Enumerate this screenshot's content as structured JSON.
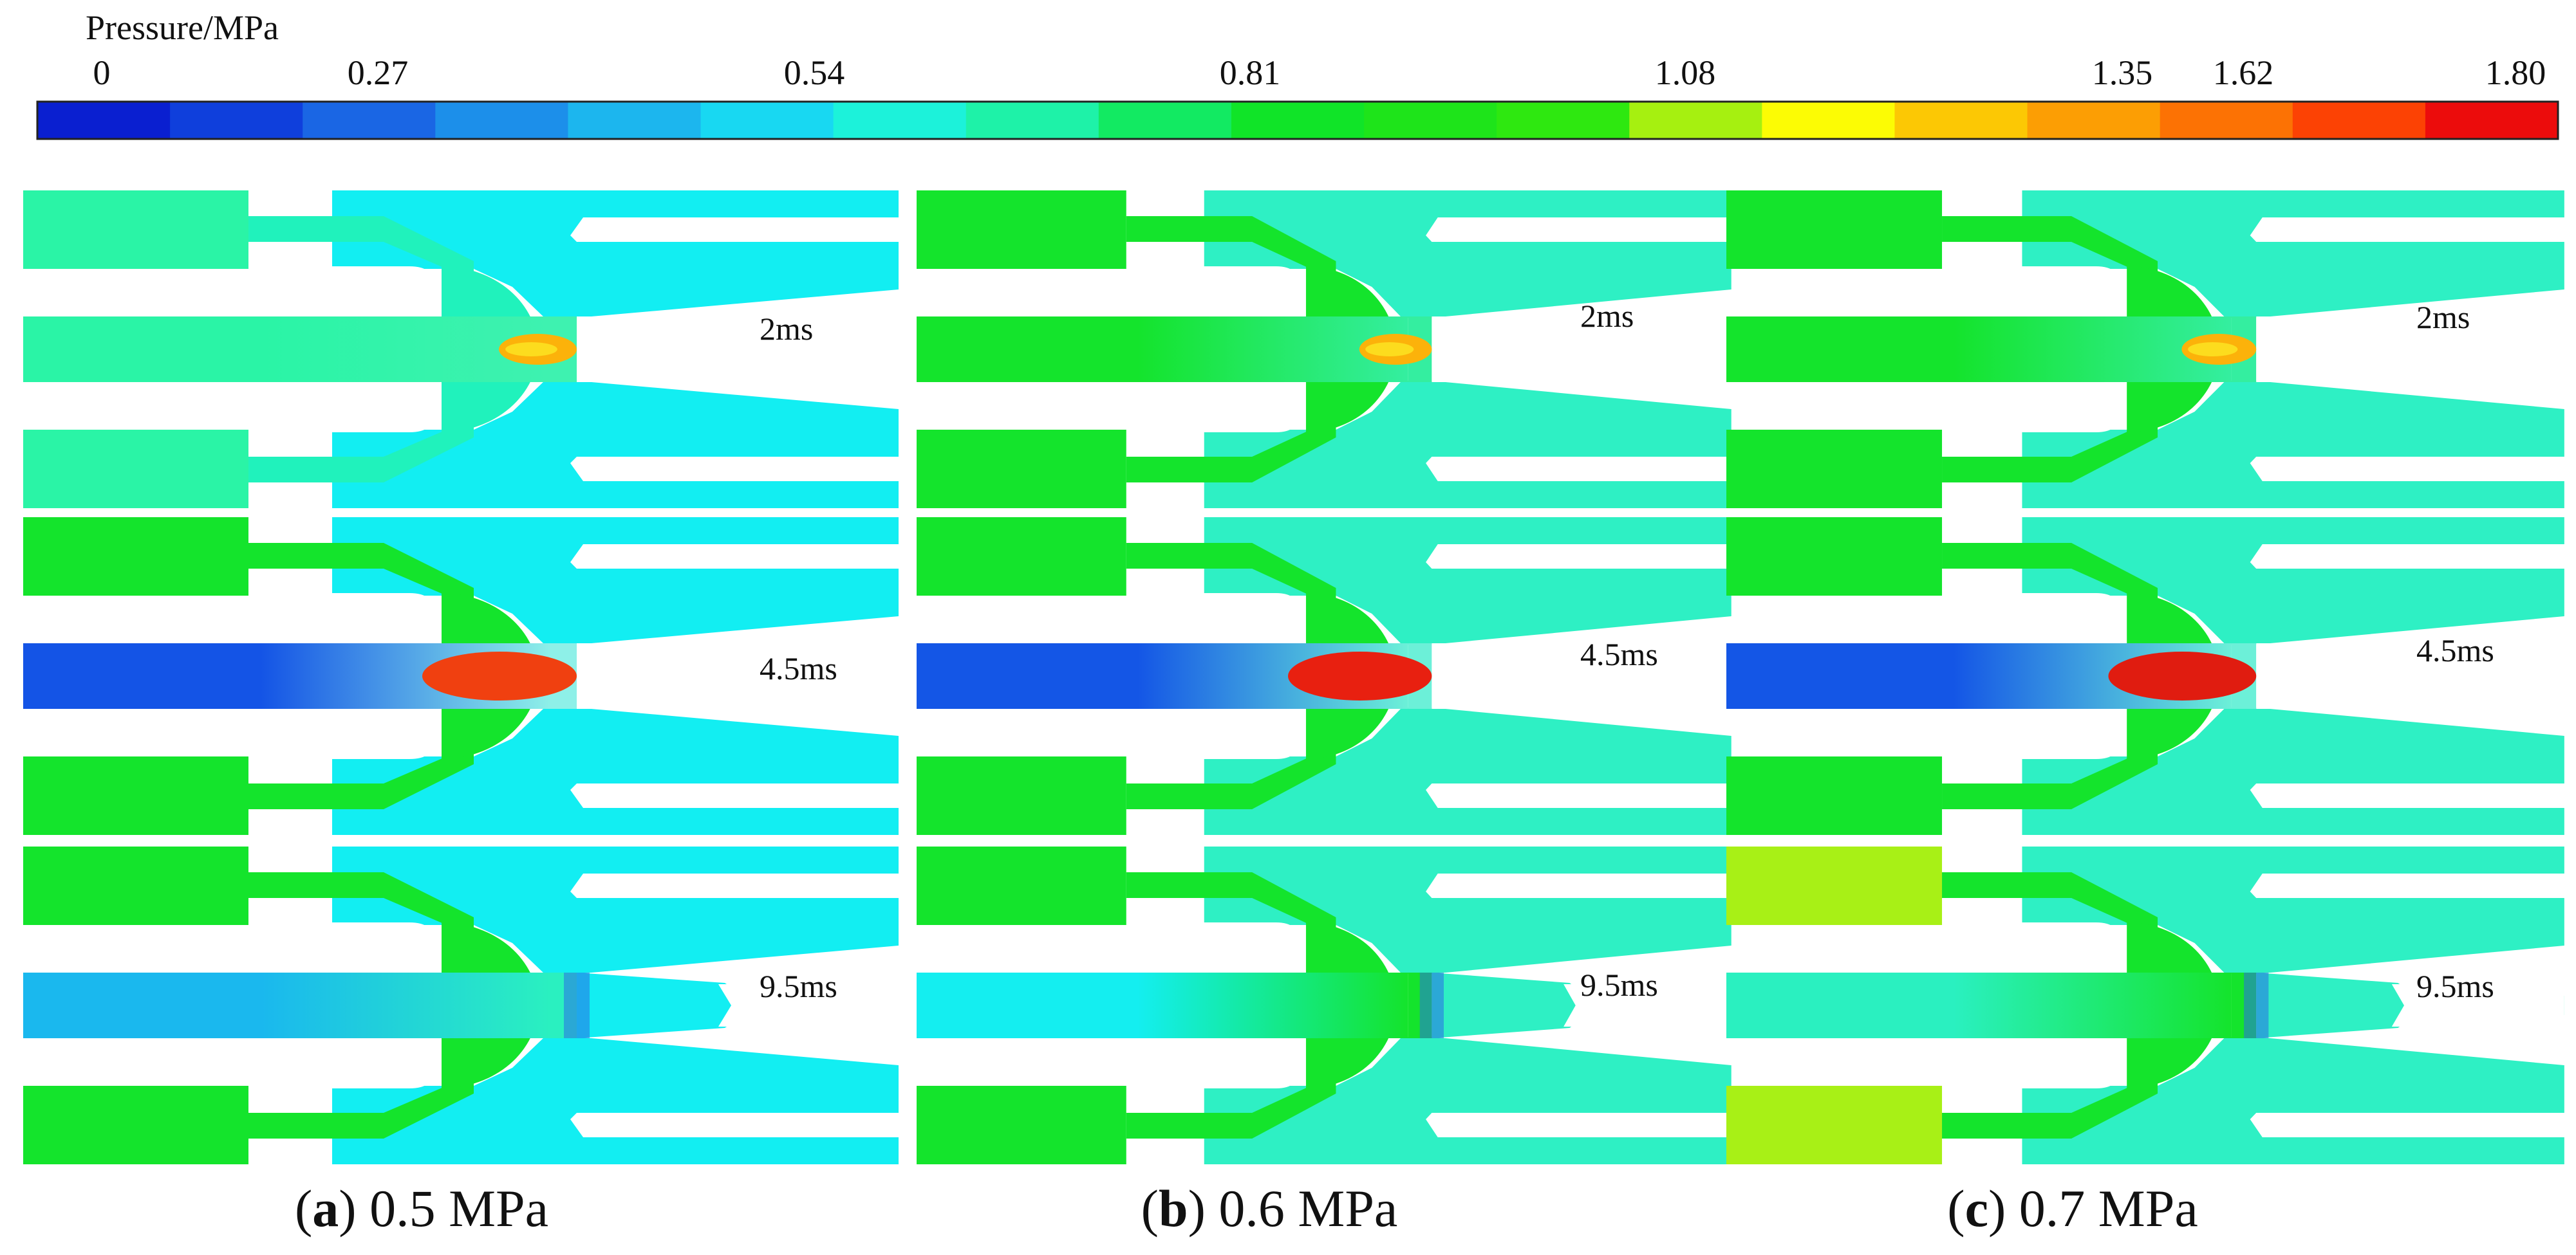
{
  "colorbar": {
    "title": "Pressure/MPa",
    "ticks": [
      "0",
      "0.27",
      "0.54",
      "0.81",
      "1.08",
      "1.35",
      "1.62",
      "1.80"
    ],
    "colors": [
      "#0a1fd0",
      "#0f3fdc",
      "#1a66e4",
      "#1c8fea",
      "#1cb6ee",
      "#18d8f2",
      "#1cf2da",
      "#1ef2a8",
      "#12ea62",
      "#10e428",
      "#1ee41a",
      "#2ee810",
      "#a6f010",
      "#fcfc04",
      "#fcc804",
      "#fc9e04",
      "#fc7204",
      "#fc4204",
      "#ec0c0c"
    ]
  },
  "panels": [
    {
      "letter": "a",
      "pressure": " 0.5 MPa",
      "rows": [
        {
          "time": "2ms",
          "tank": "#2af4a6",
          "body": "#20f2bc",
          "core_start": "#2af4a6",
          "core_end": "#3ef2b0",
          "diffuser": "#12eef2",
          "hot": "#fcb20a",
          "hot_len": 0.3
        },
        {
          "time": "4.5ms",
          "tank": "#14e42c",
          "body": "#14e42c",
          "core_start": "#1454e6",
          "core_end": "#8ef0e8",
          "diffuser": "#12eef2",
          "hot": "#f04010",
          "hot_len": 1.0
        },
        {
          "time": "9.5ms",
          "tank": "#14e42c",
          "body": "#14e42c",
          "core_start": "#1ab8ee",
          "core_end": "#2af0c0",
          "diffuser": "#12eef2",
          "hot": "",
          "hot_len": 0
        }
      ]
    },
    {
      "letter": "b",
      "pressure": " 0.6 MPa",
      "rows": [
        {
          "time": "2ms",
          "tank": "#14e42c",
          "body": "#14e42c",
          "core_start": "#14e42c",
          "core_end": "#34eea0",
          "diffuser": "#2ef0c4",
          "hot": "#fcb20a",
          "hot_len": 0.3
        },
        {
          "time": "4.5ms",
          "tank": "#14e42c",
          "body": "#14e42c",
          "core_start": "#1456e6",
          "core_end": "#6cf0d8",
          "diffuser": "#2ef0c4",
          "hot": "#e82010",
          "hot_len": 1.0
        },
        {
          "time": "9.5ms",
          "tank": "#14e42c",
          "body": "#14e42c",
          "core_start": "#14eef0",
          "core_end": "#14e42c",
          "diffuser": "#2ef0c4",
          "hot": "",
          "hot_len": 0
        }
      ]
    },
    {
      "letter": "c",
      "pressure": " 0.7 MPa",
      "rows": [
        {
          "time": "2ms",
          "tank": "#14e42c",
          "body": "#14e42c",
          "core_start": "#14e42c",
          "core_end": "#34eea0",
          "diffuser": "#2ef0c4",
          "hot": "#fcb20a",
          "hot_len": 0.3
        },
        {
          "time": "4.5ms",
          "tank": "#14e42c",
          "body": "#14e42c",
          "core_start": "#1456e6",
          "core_end": "#6cf0d8",
          "diffuser": "#2ef0c4",
          "hot": "#e01c10",
          "hot_len": 1.0
        },
        {
          "time": "9.5ms",
          "tank": "#a8f016",
          "body": "#14e42c",
          "core_start": "#2af0c0",
          "core_end": "#14e42c",
          "diffuser": "#2ef0c4",
          "hot": "",
          "hot_len": 0
        }
      ]
    }
  ]
}
